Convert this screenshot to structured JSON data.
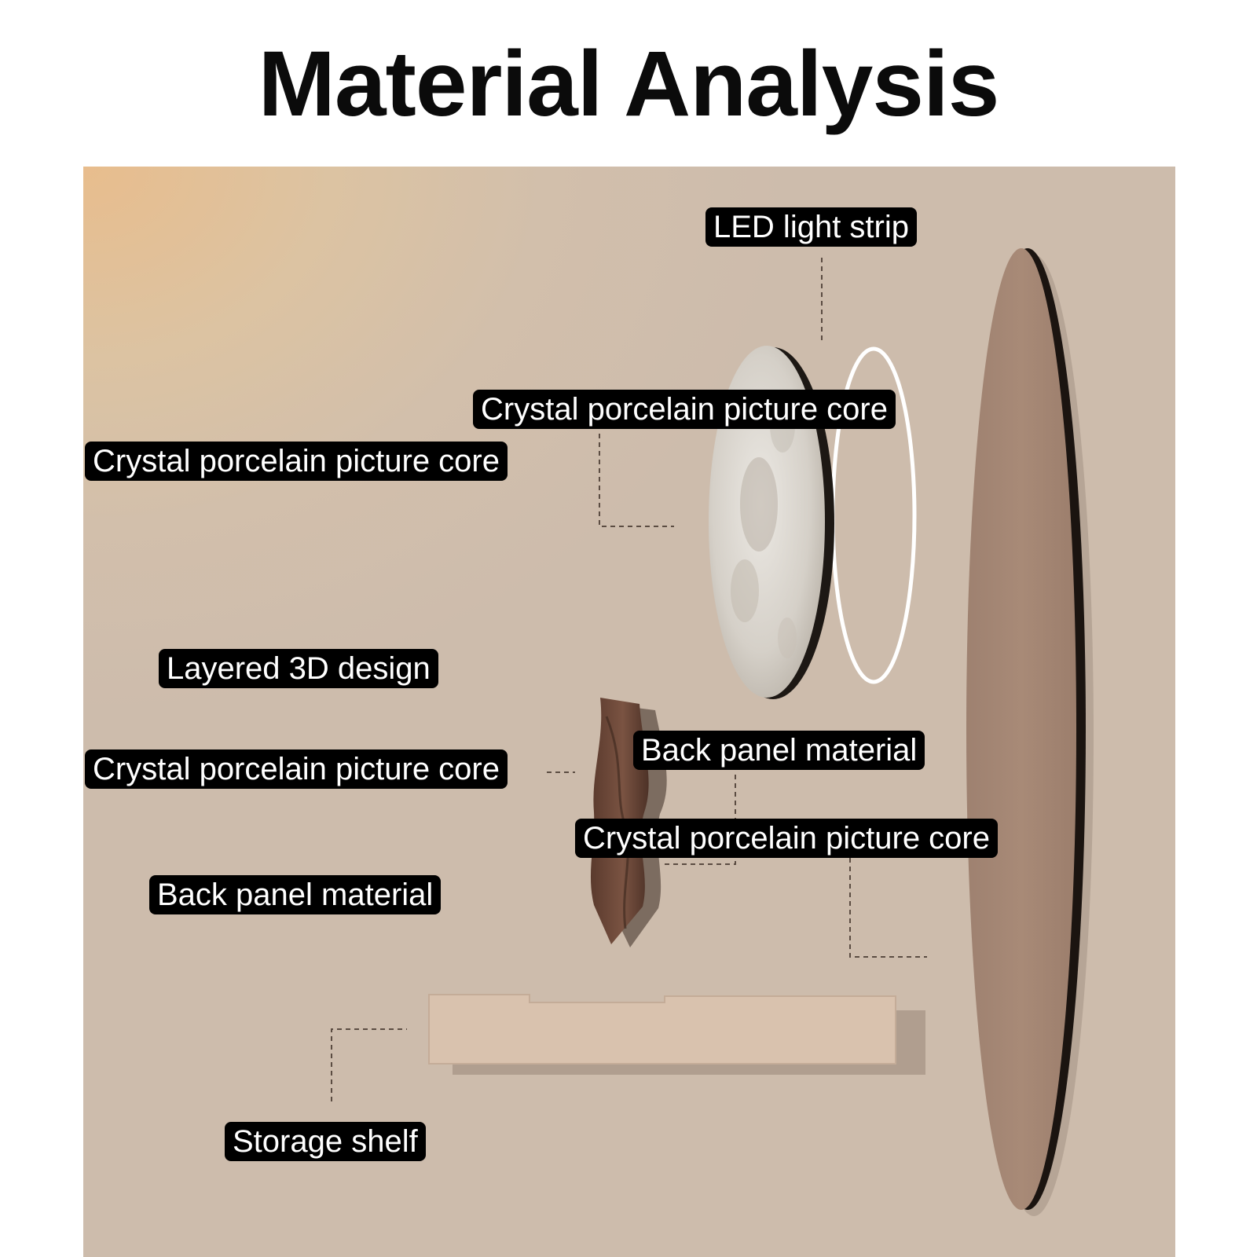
{
  "title": "Material Analysis",
  "colors": {
    "background_warm": "#e8bd8d",
    "background_neutral": "#cdbcac",
    "back_panel": "#a88a77",
    "moon": "#d9d4cc",
    "vase": "#6e4a3b",
    "shelf": "#d8bfab",
    "label_bg": "#000000",
    "label_text": "#ffffff"
  },
  "labels": {
    "led_light_strip": "LED light strip",
    "crystal_core_top_right": "Crystal porcelain picture core",
    "crystal_core_top_left": "Crystal porcelain picture core",
    "layered_3d_design": "Layered 3D design",
    "crystal_core_mid_left": "Crystal porcelain picture core",
    "back_panel_material_right": "Back panel material",
    "crystal_core_lower_right": "Crystal porcelain picture core",
    "back_panel_material_left": "Back panel material",
    "storage_shelf": "Storage shelf"
  }
}
